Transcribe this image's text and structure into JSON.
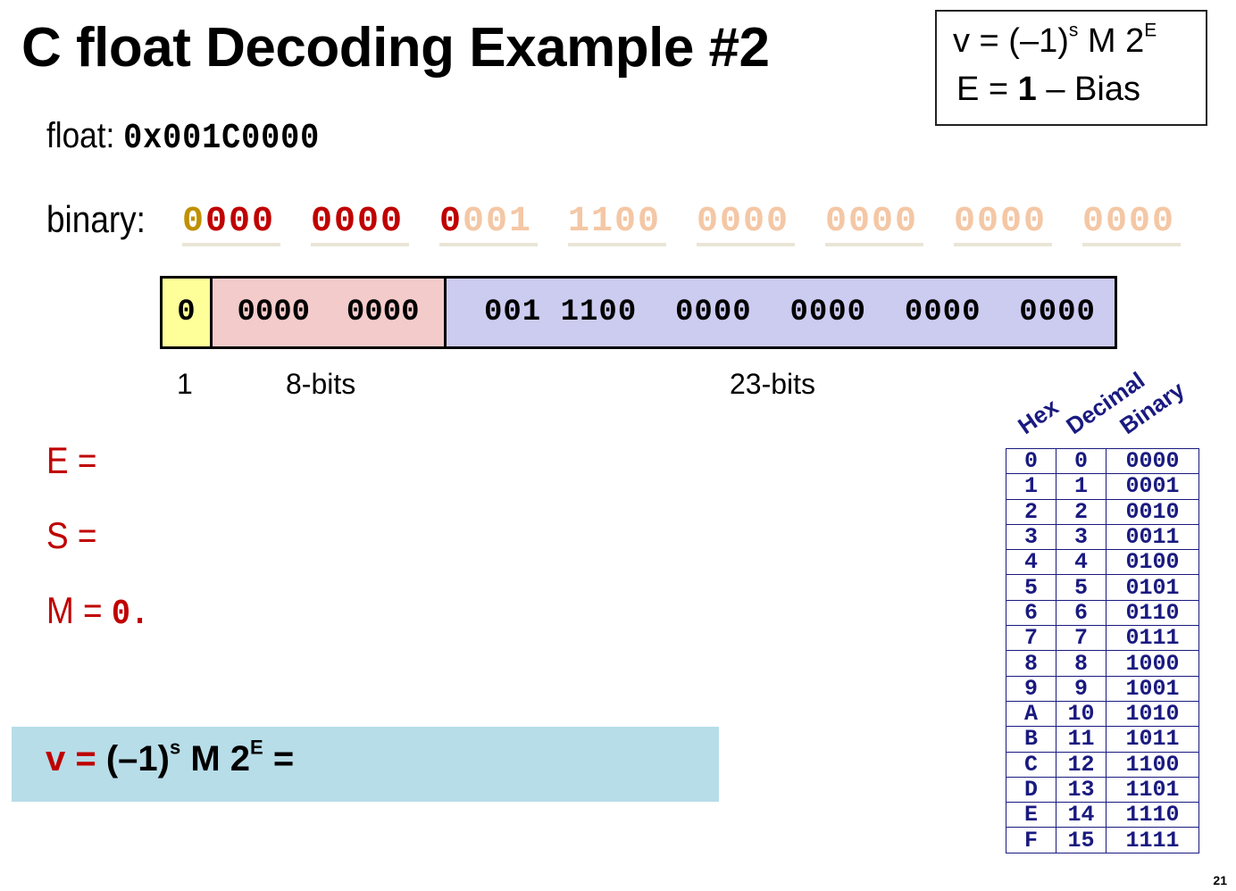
{
  "title": "C float Decoding Example #2",
  "formula_box": {
    "line1_prefix": "v = (–1)",
    "line1_sup_s": "s",
    "line1_mid": " M 2",
    "line1_sup_e": "E",
    "line2_prefix": "E  =  ",
    "line2_bold": "1",
    "line2_suffix": " – Bias"
  },
  "float_label": "float: ",
  "float_value": {
    "p1": "0",
    "p2": "x",
    "p3": "001",
    "p4": "C",
    "p5": "0000"
  },
  "binary_label": "binary:",
  "binary_nibbles": [
    {
      "first": "0",
      "rest": "000",
      "first_color": "#bf9000",
      "rest_color": "#c00000"
    },
    {
      "first": "0",
      "rest": "000",
      "first_color": "#c00000",
      "rest_color": "#c00000"
    },
    {
      "first": "0",
      "rest": "001",
      "first_color": "#c00000",
      "rest_color": "#f4c7a5"
    },
    {
      "first": "1",
      "rest": "100",
      "first_color": "#f4c7a5",
      "rest_color": "#f4c7a5"
    },
    {
      "first": "0",
      "rest": "000",
      "first_color": "#f4c7a5",
      "rest_color": "#f4c7a5"
    },
    {
      "first": "0",
      "rest": "000",
      "first_color": "#f4c7a5",
      "rest_color": "#f4c7a5"
    },
    {
      "first": "0",
      "rest": "000",
      "first_color": "#f4c7a5",
      "rest_color": "#f4c7a5"
    },
    {
      "first": "0",
      "rest": "000",
      "first_color": "#f4c7a5",
      "rest_color": "#f4c7a5"
    }
  ],
  "fields": {
    "sign": "0",
    "exponent": "0000  0000",
    "fraction": "001 1100  0000  0000  0000  0000",
    "sign_label": "1",
    "exponent_label": "8-bits",
    "fraction_label": "23-bits"
  },
  "equations": {
    "e": "E =",
    "s": "S =",
    "m_prefix": "M = ",
    "m_value": "0."
  },
  "v_formula": {
    "prefix": "v = ",
    "paren": "(–1)",
    "sup_s": "s",
    "mid": " M 2",
    "sup_e": "E",
    "suffix": " ="
  },
  "hex_table": {
    "headers": [
      "Hex",
      "Decimal",
      "Binary"
    ],
    "rows": [
      [
        "0",
        "0",
        "0000"
      ],
      [
        "1",
        "1",
        "0001"
      ],
      [
        "2",
        "2",
        "0010"
      ],
      [
        "3",
        "3",
        "0011"
      ],
      [
        "4",
        "4",
        "0100"
      ],
      [
        "5",
        "5",
        "0101"
      ],
      [
        "6",
        "6",
        "0110"
      ],
      [
        "7",
        "7",
        "0111"
      ],
      [
        "8",
        "8",
        "1000"
      ],
      [
        "9",
        "9",
        "1001"
      ],
      [
        "A",
        "10",
        "1010"
      ],
      [
        "B",
        "11",
        "1011"
      ],
      [
        "C",
        "12",
        "1100"
      ],
      [
        "D",
        "13",
        "1101"
      ],
      [
        "E",
        "14",
        "1110"
      ],
      [
        "F",
        "15",
        "1111"
      ]
    ]
  },
  "page_number": "21",
  "colors": {
    "red": "#c00000",
    "gold": "#bf9000",
    "peach": "#f4c7a5",
    "sign_fill": "#ffff99",
    "exp_fill": "#f4cbcb",
    "frac_fill": "#cccbf0",
    "v_box_fill": "#b7dde8",
    "table_navy": "#1a1a80"
  }
}
